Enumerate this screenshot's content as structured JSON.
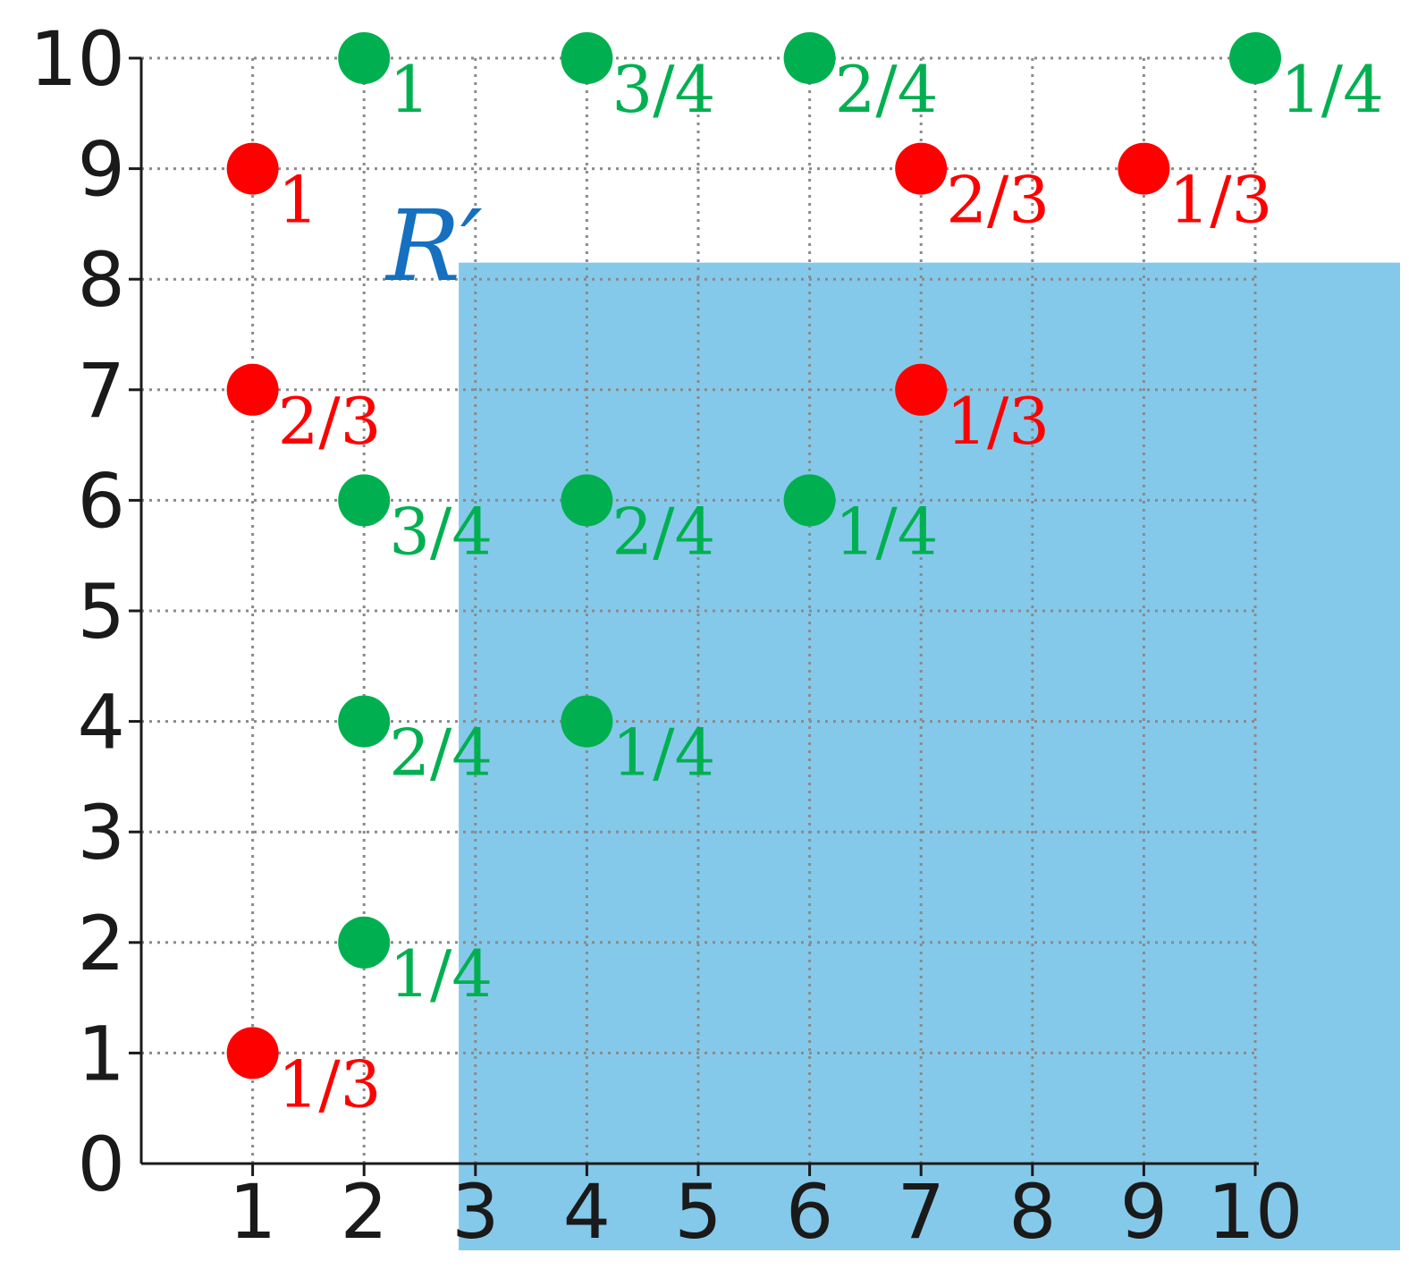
{
  "chart_data": {
    "type": "scatter",
    "title": "",
    "xlabel": "",
    "ylabel": "",
    "xlim": [
      0,
      10
    ],
    "ylim": [
      0,
      10
    ],
    "x_ticks": [
      "1",
      "2",
      "3",
      "4",
      "5",
      "6",
      "7",
      "8",
      "9",
      "10"
    ],
    "y_ticks": [
      "0",
      "1",
      "2",
      "3",
      "4",
      "5",
      "6",
      "7",
      "8",
      "9",
      "10"
    ],
    "grid": true,
    "region": {
      "label": "R′",
      "x_min": 2.85,
      "y_max": 8.15,
      "color": "#85C9EA",
      "label_color": "#1570BF"
    },
    "series": [
      {
        "color": "#FF0000",
        "points": [
          {
            "x": 1,
            "y": 9,
            "label": "1"
          },
          {
            "x": 1,
            "y": 7,
            "label": "2/3"
          },
          {
            "x": 1,
            "y": 1,
            "label": "1/3"
          },
          {
            "x": 7,
            "y": 9,
            "label": "2/3"
          },
          {
            "x": 7,
            "y": 7,
            "label": "1/3"
          },
          {
            "x": 9,
            "y": 9,
            "label": "1/3"
          }
        ]
      },
      {
        "color": "#00B050",
        "points": [
          {
            "x": 2,
            "y": 10,
            "label": "1"
          },
          {
            "x": 4,
            "y": 10,
            "label": "3/4"
          },
          {
            "x": 6,
            "y": 10,
            "label": "2/4"
          },
          {
            "x": 10,
            "y": 10,
            "label": "1/4"
          },
          {
            "x": 2,
            "y": 6,
            "label": "3/4"
          },
          {
            "x": 4,
            "y": 6,
            "label": "2/4"
          },
          {
            "x": 6,
            "y": 6,
            "label": "1/4"
          },
          {
            "x": 2,
            "y": 4,
            "label": "2/4"
          },
          {
            "x": 4,
            "y": 4,
            "label": "1/4"
          },
          {
            "x": 2,
            "y": 2,
            "label": "1/4"
          }
        ]
      }
    ]
  }
}
